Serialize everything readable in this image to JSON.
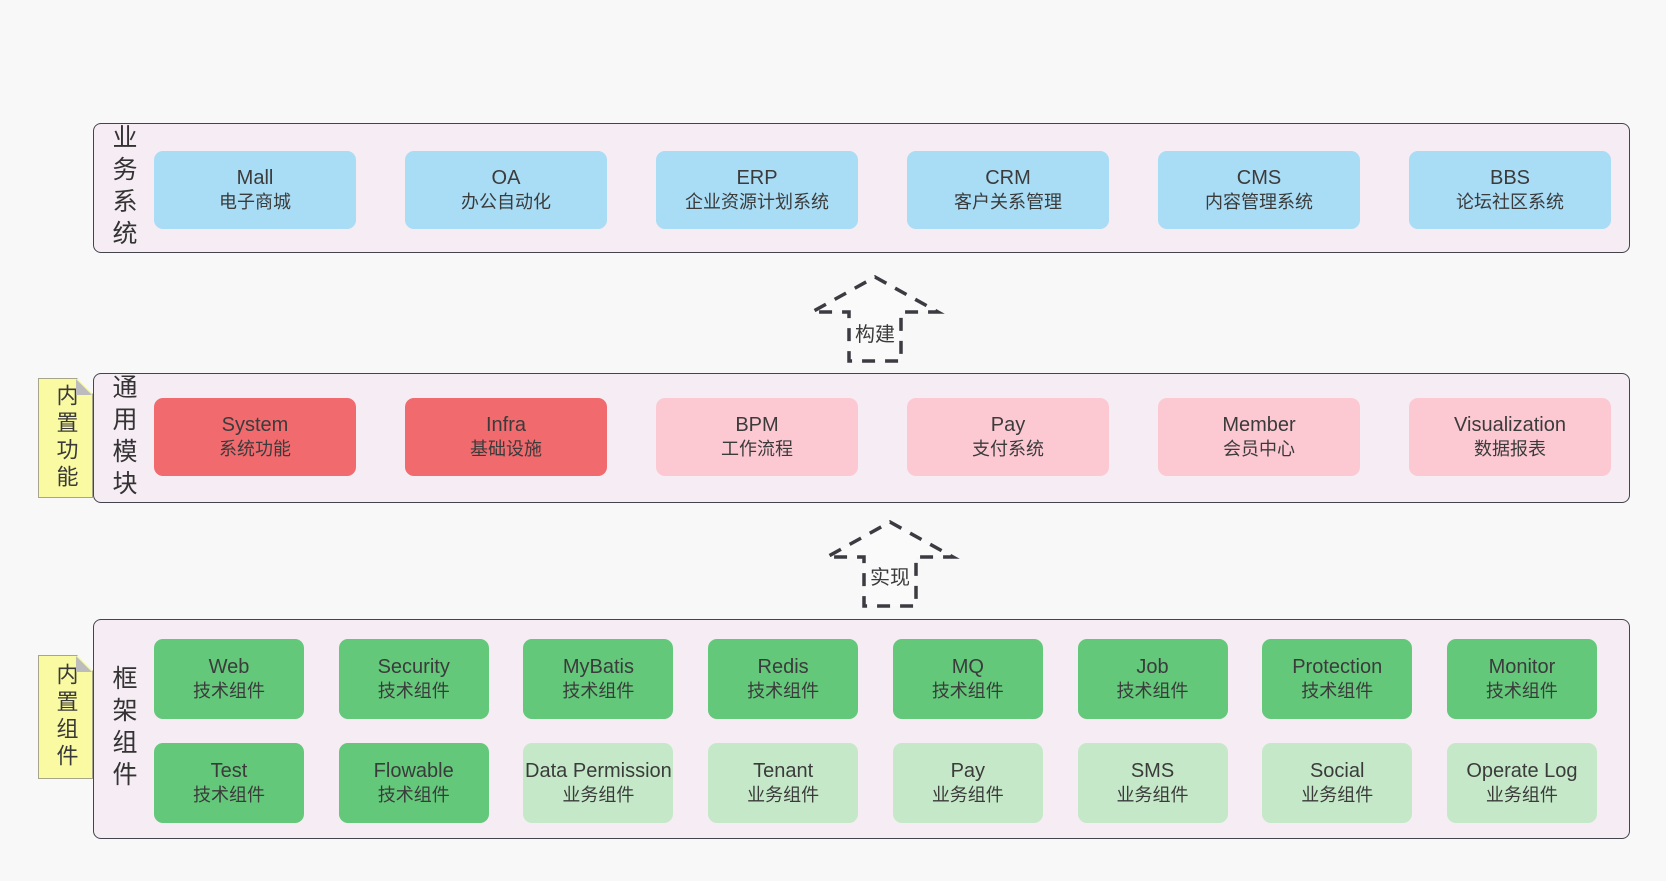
{
  "colors": {
    "page_bg": "#f8f8f8",
    "band_bg": "#f6ecf4",
    "band_border": "#44444c",
    "blue_box": "#a9dcf5",
    "red_box": "#f06a6e",
    "pink_box": "#fcc9d3",
    "green_box": "#63c87a",
    "light_green_box": "#c5e9c8",
    "sticky_note": "#fafaa3"
  },
  "arrows": [
    {
      "label": "构建"
    },
    {
      "label": "实现"
    }
  ],
  "notes": [
    {
      "text": "内置功能"
    },
    {
      "text": "内置组件"
    }
  ],
  "bands": [
    {
      "label": "业务系统",
      "boxes": [
        {
          "name": "Mall",
          "desc": "电子商城"
        },
        {
          "name": "OA",
          "desc": "办公自动化"
        },
        {
          "name": "ERP",
          "desc": "企业资源计划系统"
        },
        {
          "name": "CRM",
          "desc": "客户关系管理"
        },
        {
          "name": "CMS",
          "desc": "内容管理系统"
        },
        {
          "name": "BBS",
          "desc": "论坛社区系统"
        }
      ]
    },
    {
      "label": "通用模块",
      "boxes": [
        {
          "name": "System",
          "desc": "系统功能"
        },
        {
          "name": "Infra",
          "desc": "基础设施"
        },
        {
          "name": "BPM",
          "desc": "工作流程"
        },
        {
          "name": "Pay",
          "desc": "支付系统"
        },
        {
          "name": "Member",
          "desc": "会员中心"
        },
        {
          "name": "Visualization",
          "desc": "数据报表"
        }
      ]
    },
    {
      "label": "框架组件",
      "rows": [
        [
          {
            "name": "Web",
            "desc": "技术组件"
          },
          {
            "name": "Security",
            "desc": "技术组件"
          },
          {
            "name": "MyBatis",
            "desc": "技术组件"
          },
          {
            "name": "Redis",
            "desc": "技术组件"
          },
          {
            "name": "MQ",
            "desc": "技术组件"
          },
          {
            "name": "Job",
            "desc": "技术组件"
          },
          {
            "name": "Protection",
            "desc": "技术组件"
          },
          {
            "name": "Monitor",
            "desc": "技术组件"
          }
        ],
        [
          {
            "name": "Test",
            "desc": "技术组件"
          },
          {
            "name": "Flowable",
            "desc": "技术组件"
          },
          {
            "name": "Data Permission",
            "desc": "业务组件"
          },
          {
            "name": "Tenant",
            "desc": "业务组件"
          },
          {
            "name": "Pay",
            "desc": "业务组件"
          },
          {
            "name": "SMS",
            "desc": "业务组件"
          },
          {
            "name": "Social",
            "desc": "业务组件"
          },
          {
            "name": "Operate Log",
            "desc": "业务组件"
          }
        ]
      ]
    }
  ]
}
